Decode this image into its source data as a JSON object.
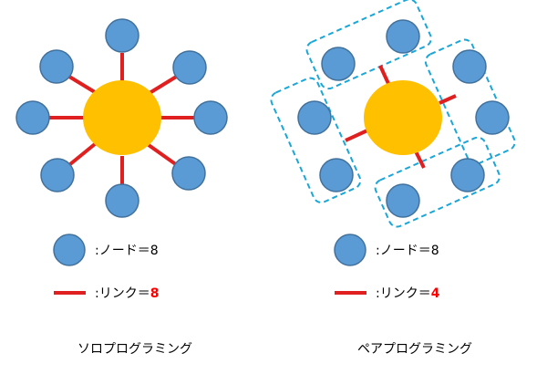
{
  "colors": {
    "node": "#5b9bd5",
    "node_stroke": "#41719c",
    "hub": "#ffc000",
    "link": "#e02020",
    "group": "#1aa7d8",
    "count": "#ff0000"
  },
  "left": {
    "legend_node": {
      "label": ":ノード＝",
      "count": "8"
    },
    "legend_link": {
      "label": ":リンク＝",
      "count": "8"
    },
    "caption": "ソロプログラミング"
  },
  "right": {
    "legend_node": {
      "label": ":ノード＝",
      "count": "8"
    },
    "legend_link": {
      "label": ":リンク＝",
      "count": "4"
    },
    "caption": "ペアプログラミング"
  }
}
